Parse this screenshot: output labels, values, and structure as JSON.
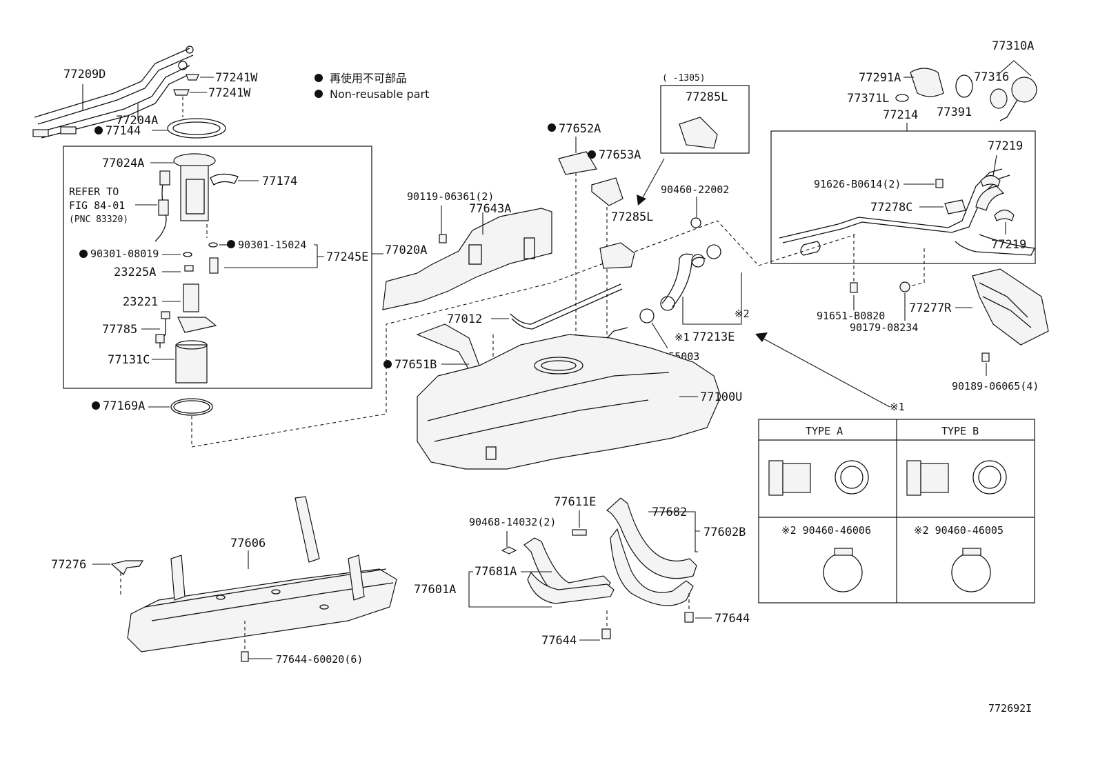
{
  "legend": {
    "jp": "再使用不可部品",
    "en": "Non-reusable part"
  },
  "refer": {
    "line1": "REFER TO",
    "line2": "FIG 84-01",
    "line3": "(PNC 83320)"
  },
  "inset_range": "(  -1305)",
  "labels": {
    "p77209D": "77209D",
    "p77241W_a": "77241W",
    "p77241W_b": "77241W",
    "p77204A": "77204A",
    "p77144": "77144",
    "p77024A": "77024A",
    "p77174": "77174",
    "p90301_08019": "90301-08019",
    "p90301_15024": "90301-15024",
    "p77245E": "77245E",
    "p77020A": "77020A",
    "p23225A": "23225A",
    "p23221": "23221",
    "p77785": "77785",
    "p77131C": "77131C",
    "p77169A": "77169A",
    "p90119": "90119-06361(2)",
    "p77643A": "77643A",
    "p77652A": "77652A",
    "p77653A": "77653A",
    "p77285L_inset": "77285L",
    "p77285L": "77285L",
    "p90460_22002": "90460-22002",
    "p77012": "77012",
    "p77651B": "77651B",
    "p77213E": "77213E",
    "p90460_55003": "90460-55003",
    "p77100U": "77100U",
    "p77310A": "77310A",
    "p77291A": "77291A",
    "p77316": "77316",
    "p77371L": "77371L",
    "p77391": "77391",
    "p77214": "77214",
    "p77219_a": "77219",
    "p91626": "91626-B0614(2)",
    "p77278C": "77278C",
    "p77219_b": "77219",
    "p91651": "91651-B0820",
    "p90179": "90179-08234",
    "p77277R": "77277R",
    "p90189": "90189-06065(4)",
    "p77606": "77606",
    "p77276": "77276",
    "p77644_60020": "77644-60020(6)",
    "p77611E": "77611E",
    "p90468": "90468-14032(2)",
    "p77682": "77682",
    "p77602B": "77602B",
    "p77681A": "77681A",
    "p77601A": "77601A",
    "p77644_a": "77644",
    "p77644_b": "77644",
    "diagram_id": "772692I"
  },
  "marks": {
    "m1": "※1",
    "m2": "※2",
    "m1_arrow": "※1"
  },
  "type_table": {
    "type_a": "TYPE A",
    "type_b": "TYPE B",
    "clamp_a": "※2 90460-46006",
    "clamp_b": "※2 90460-46005"
  }
}
